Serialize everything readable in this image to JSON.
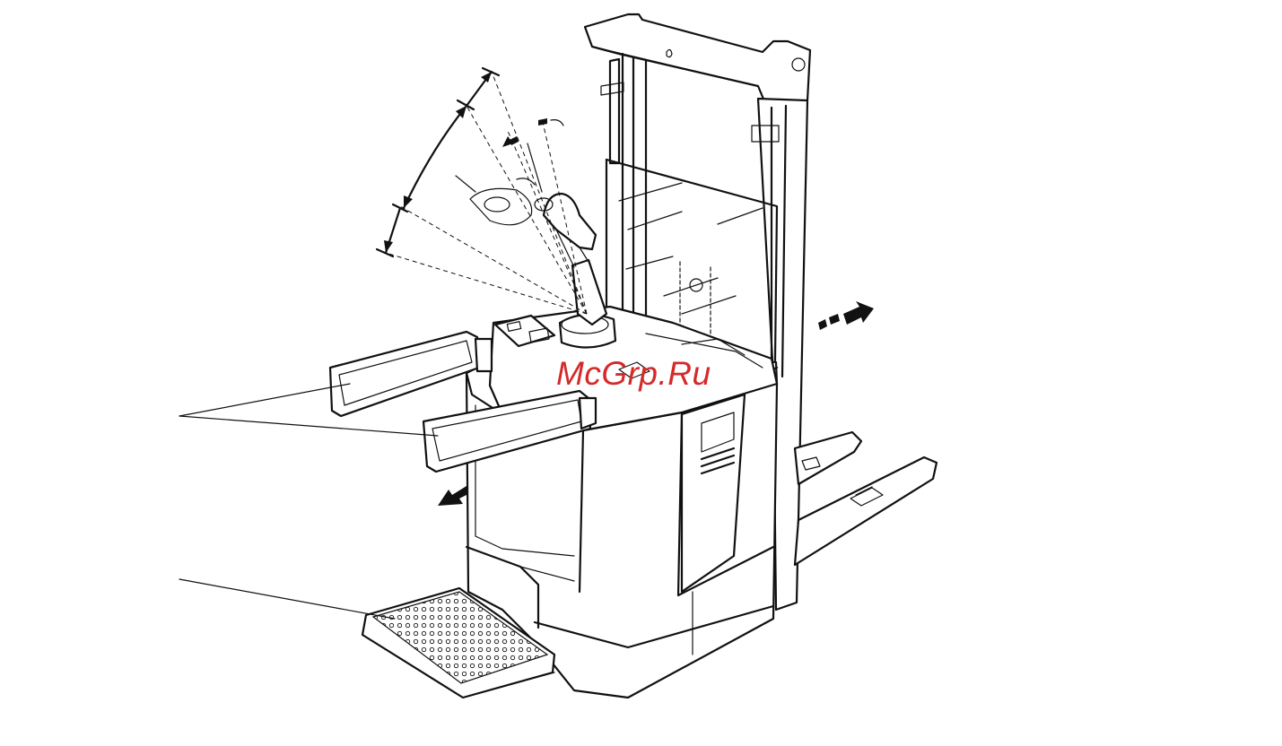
{
  "watermark": {
    "text": "McGrp.Ru",
    "color": "#d42a2a"
  },
  "colors": {
    "line": "#111111",
    "background": "#ffffff"
  },
  "parts": [
    {
      "name": "mast",
      "icon": "mast-outline"
    },
    {
      "name": "drive-unit-chassis",
      "icon": "chassis-outline"
    },
    {
      "name": "tiller",
      "icon": "tiller-outline"
    },
    {
      "name": "arm-rests",
      "icon": "armrest-outline"
    },
    {
      "name": "platform",
      "icon": "platform-outline"
    },
    {
      "name": "forks",
      "icon": "fork-outline"
    }
  ]
}
